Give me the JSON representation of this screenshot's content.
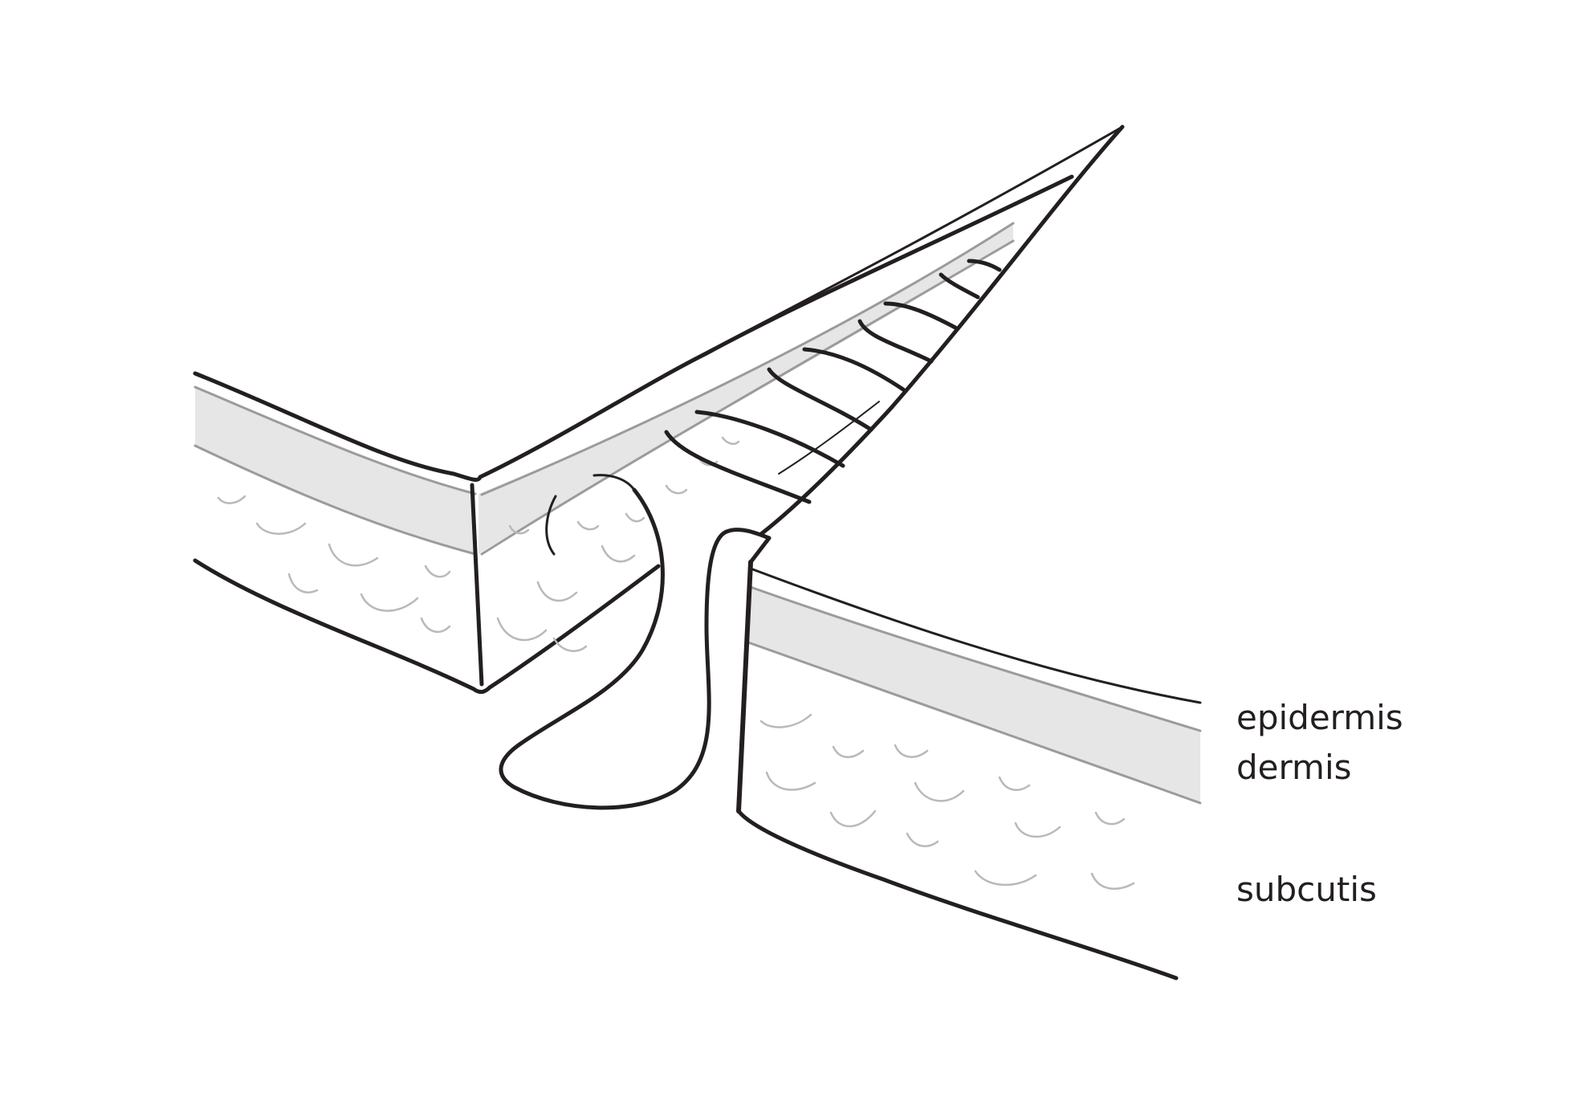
{
  "labels": {
    "epidermis": "epidermis",
    "dermis": "dermis",
    "subcutis": "subcutis"
  },
  "colors": {
    "line": "#231f20",
    "dermis_band": "#e6e6e7",
    "layer_divider": "#9b9b9b",
    "fat_lobule": "#b9b9b9",
    "background": "#ffffff"
  }
}
